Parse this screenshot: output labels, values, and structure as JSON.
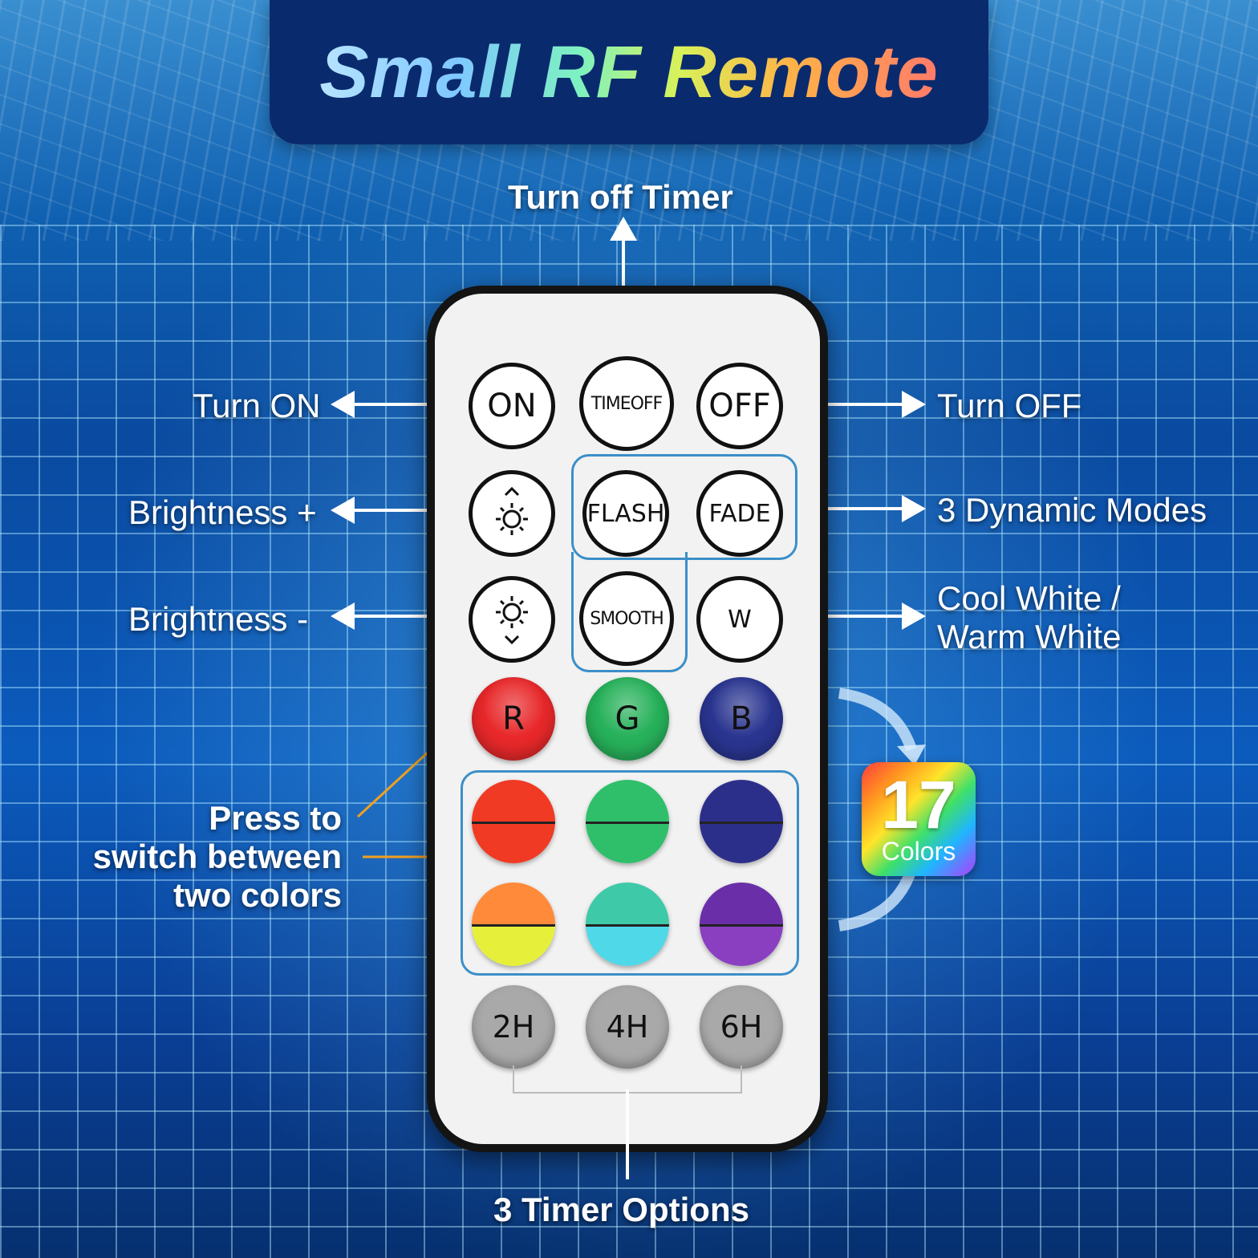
{
  "banner": {
    "title": "Small RF Remote"
  },
  "callouts": {
    "turn_off_timer": "Turn off Timer",
    "turn_on": "Turn ON",
    "turn_off": "Turn OFF",
    "brightness_up": "Brightness +",
    "brightness_down": "Brightness -",
    "dynamic_modes": "3 Dynamic Modes",
    "white_line1": "Cool White /",
    "white_line2": "Warm White",
    "press_line1": "Press to",
    "press_line2": "switch between",
    "press_line3": "two colors",
    "timer_options": "3 Timer Options"
  },
  "badge": {
    "number": "17",
    "text": "Colors"
  },
  "remote": {
    "row1": [
      "ON",
      "TIMEOFF",
      "OFF"
    ],
    "row2": [
      "FLASH",
      "FADE"
    ],
    "row3": [
      "SMOOTH",
      "W"
    ],
    "rgb": [
      {
        "label": "R",
        "color": "#e8282a"
      },
      {
        "label": "G",
        "color": "#27b15a"
      },
      {
        "label": "B",
        "color": "#2a3590"
      }
    ],
    "split_colors": [
      {
        "top": "#f03a24",
        "bottom": "#f03a24"
      },
      {
        "top": "#2fbf6a",
        "bottom": "#2fbf6a"
      },
      {
        "top": "#2c2f8a",
        "bottom": "#2c2f8a"
      },
      {
        "top": "#ff8a3a",
        "bottom": "#e6f03a"
      },
      {
        "top": "#3ec9a8",
        "bottom": "#4fd8e8"
      },
      {
        "top": "#6a2fa8",
        "bottom": "#8a3fc0"
      }
    ],
    "timers": [
      "2H",
      "4H",
      "6H"
    ]
  },
  "icons": {
    "brightness_up": "sun-up-icon",
    "brightness_down": "sun-down-icon"
  }
}
